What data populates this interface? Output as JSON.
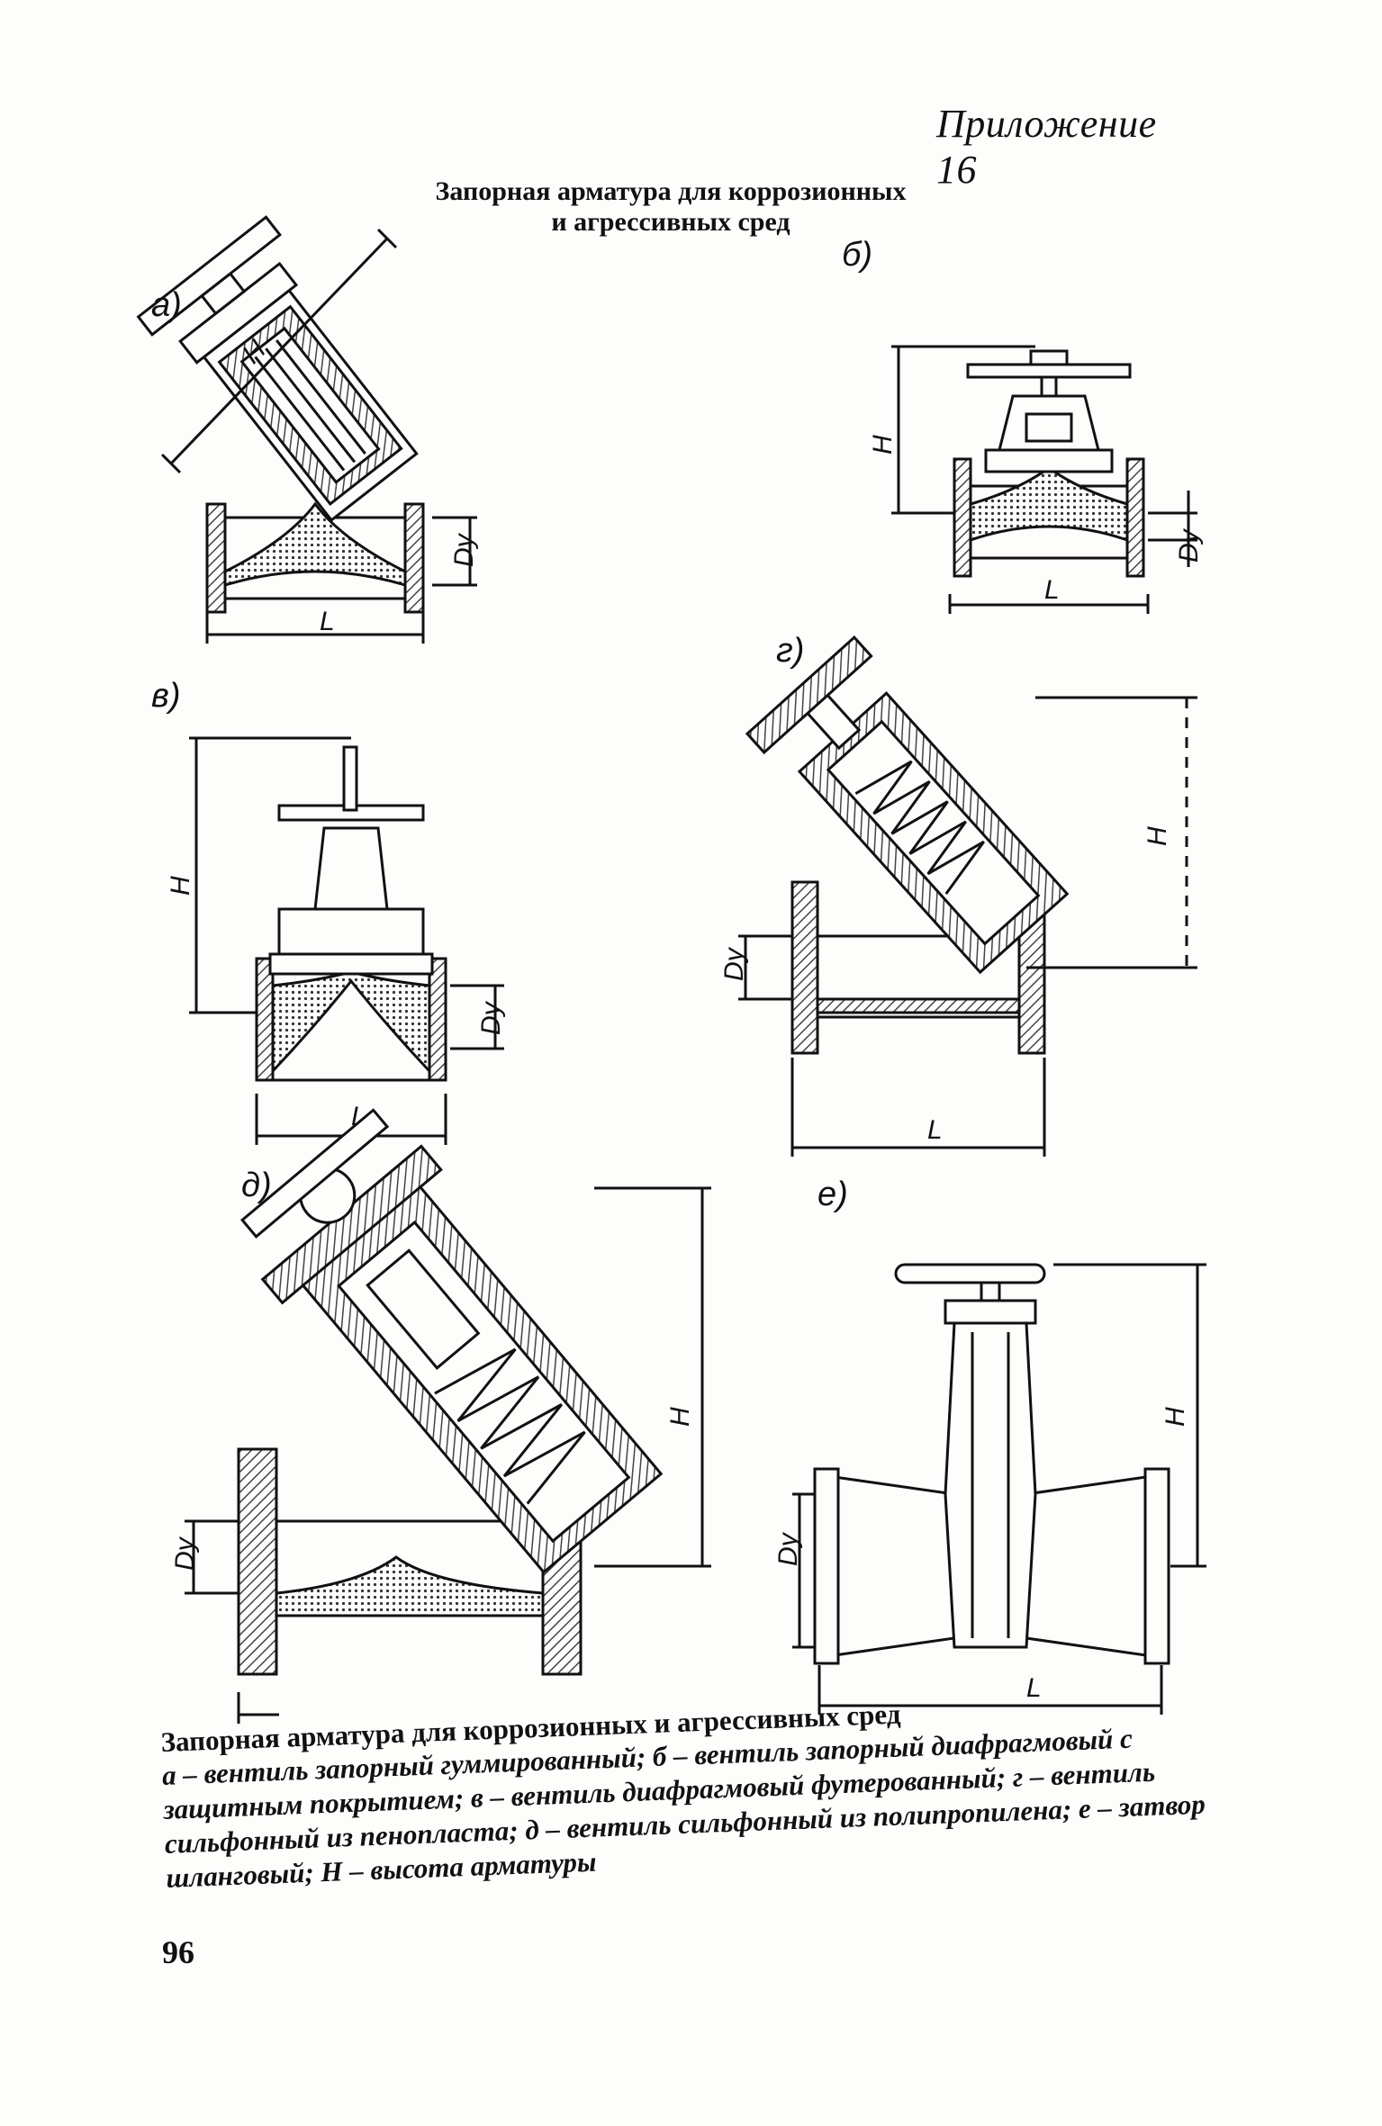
{
  "header": {
    "appendix": "Приложение 16",
    "title_line1": "Запорная арматура для коррозионных",
    "title_line2": "и агрессивных сред"
  },
  "figures": {
    "a": {
      "label": "а)",
      "dim_h": "H",
      "dim_dn": "Dу",
      "dim_l": "L"
    },
    "b": {
      "label": "б)",
      "dim_h": "H",
      "dim_dn": "Dу",
      "dim_l": "L"
    },
    "v": {
      "label": "в)",
      "dim_h": "H",
      "dim_dn": "Dу",
      "dim_l": "L"
    },
    "g": {
      "label": "г)",
      "dim_h": "H",
      "dim_dn": "Dу",
      "dim_l": "L"
    },
    "d": {
      "label": "д)",
      "dim_h": "H",
      "dim_dn": "Dу"
    },
    "e": {
      "label": "е)",
      "dim_h": "H",
      "dim_dn": "Dу",
      "dim_l": "L"
    }
  },
  "caption": {
    "title": "Запорная арматура для коррозионных и агрессивных сред",
    "body": "а – вентиль запорный гуммированный; б – вентиль запорный диафрагмовый с защитным покрытием; в – вентиль диафрагмовый футерованный; г – вентиль сильфонный из пенопласта; д – вентиль сильфонный из полипропилена; е – затвор шланговый; H – высота арматуры"
  },
  "page_number": "96",
  "colors": {
    "ink": "#111111",
    "paper": "#fdfdfb",
    "hatch": "#444444"
  }
}
